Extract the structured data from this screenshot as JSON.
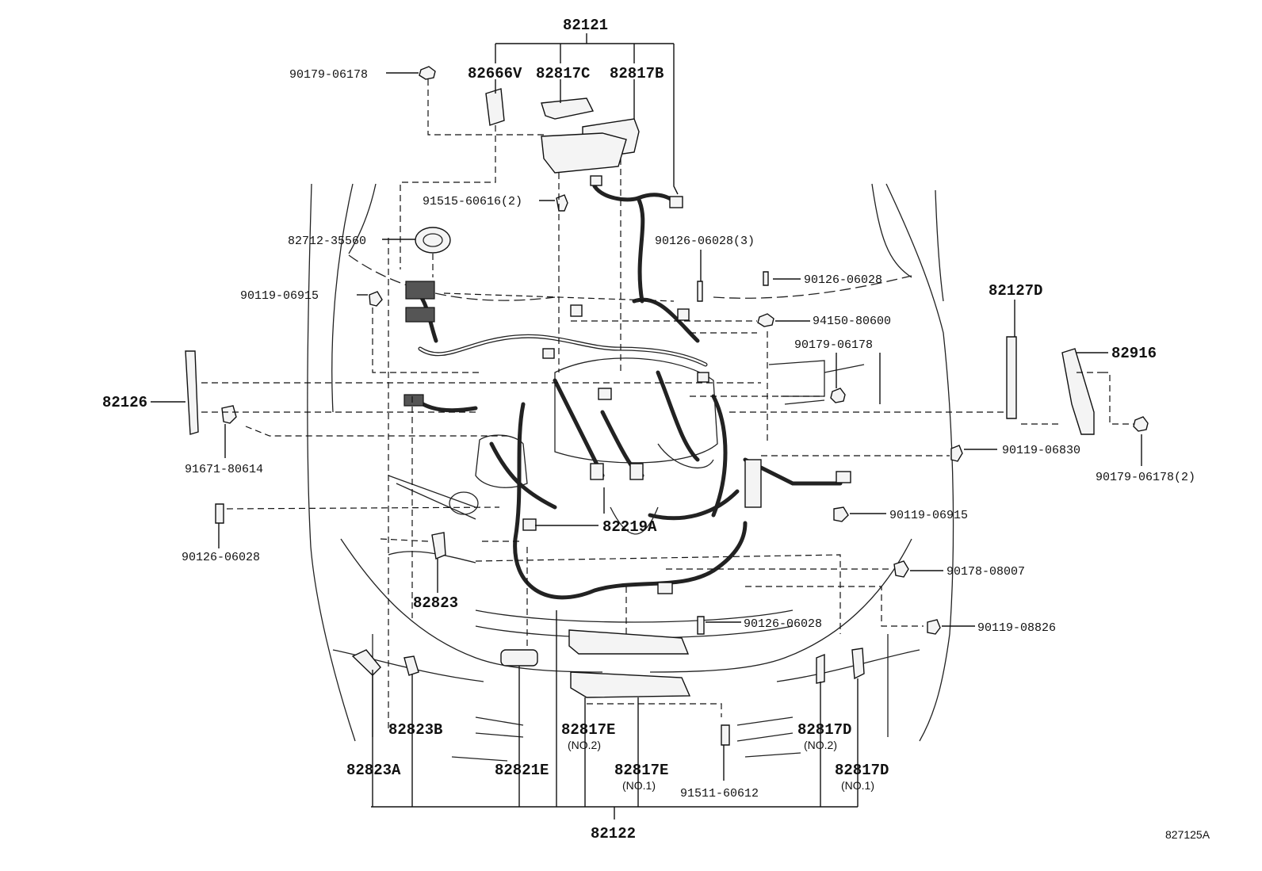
{
  "diagram": {
    "reference_code": "827125A",
    "labels": {
      "p82121": "82121",
      "p82666V": "82666V",
      "p82817C": "82817C",
      "p82817B": "82817B",
      "p90179_06178_top": "90179-06178",
      "p91515_60616": "91515-60616(2)",
      "p82712_35560": "82712-35560",
      "p90126_06028_3": "90126-06028(3)",
      "p90126_06028_right": "90126-06028",
      "p90119_06915_left": "90119-06915",
      "p94150_80600": "94150-80600",
      "p82127D": "82127D",
      "p90179_06178_mid": "90179-06178",
      "p82916": "82916",
      "p82126": "82126",
      "p91671_80614": "91671-80614",
      "p90119_06830": "90119-06830",
      "p90179_06178_2": "90179-06178(2)",
      "p90119_06915_right": "90119-06915",
      "p90126_06028_left": "90126-06028",
      "p82219A": "82219A",
      "p90178_08007": "90178-08007",
      "p82823": "82823",
      "p90126_06028_bottom": "90126-06028",
      "p90119_08826": "90119-08826",
      "p82823B": "82823B",
      "p82817E_2": "82817E",
      "p82817E_2_note": "(NO.2)",
      "p82817D_2": "82817D",
      "p82817D_2_note": "(NO.2)",
      "p82823A": "82823A",
      "p82821E": "82821E",
      "p82817E_1": "82817E",
      "p82817E_1_note": "(NO.1)",
      "p91511_60612": "91511-60612",
      "p82817D_1": "82817D",
      "p82817D_1_note": "(NO.1)",
      "p82122": "82122"
    }
  }
}
